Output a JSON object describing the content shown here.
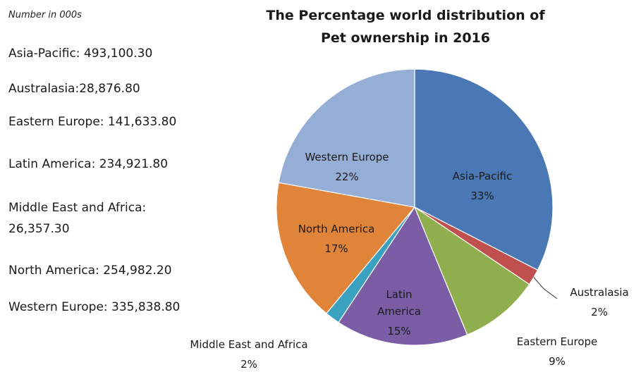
{
  "note": "Number in 000s",
  "stats": [
    "Asia-Pacific: 493,100.30",
    "Australasia:28,876.80",
    "Eastern Europe: 141,633.80",
    "Latin America: 234,921.80",
    "Middle East and Africa:",
    "26,357.30",
    "North America: 254,982.20",
    "Western Europe: 335,838.80"
  ],
  "chart_data": {
    "type": "pie",
    "title": "The Percentage world distribution of Pet ownership in 2016",
    "title_lines": [
      "The Percentage world distribution of",
      "Pet ownership in 2016"
    ],
    "slices": [
      {
        "name": "Asia-Pacific",
        "label": "33%",
        "value": 493100.3,
        "color": "#4a78b5"
      },
      {
        "name": "Australasia",
        "label": "2%",
        "value": 28876.8,
        "color": "#c0504d"
      },
      {
        "name": "Eastern Europe",
        "label": "9%",
        "value": 141633.8,
        "color": "#8fae4d"
      },
      {
        "name": "Latin America",
        "label": "15%",
        "value": 234921.8,
        "color": "#7b5da5"
      },
      {
        "name": "Middle East and Africa",
        "label": "2%",
        "value": 26357.3,
        "color": "#3aa1c0"
      },
      {
        "name": "North America",
        "label": "17%",
        "value": 254982.2,
        "color": "#e0843a"
      },
      {
        "name": "Western Europe",
        "label": "22%",
        "value": 335838.8,
        "color": "#95aed6"
      }
    ]
  }
}
